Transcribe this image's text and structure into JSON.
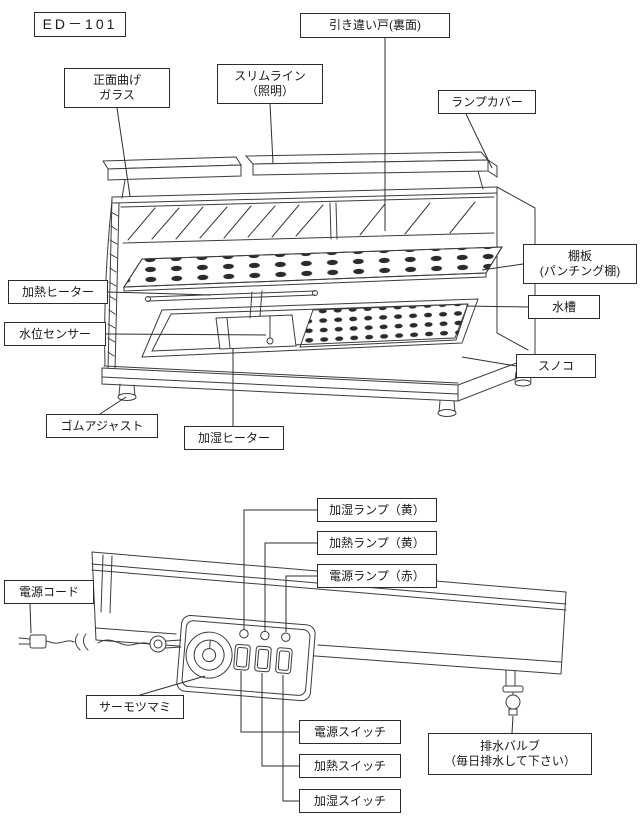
{
  "page": {
    "model": "ED－101",
    "labels": {
      "sliding_door": "引き違い戸(裏面)",
      "front_glass_l1": "正面曲げ",
      "front_glass_l2": "ガラス",
      "slimline_l1": "スリムライン",
      "slimline_l2": "（照明）",
      "lamp_cover": "ランプカバー",
      "shelf_l1": "棚板",
      "shelf_l2": "(パンチング棚)",
      "heat_heater": "加熱ヒーター",
      "water_tank": "水槽",
      "water_sensor": "水位センサー",
      "sunoko": "スノコ",
      "rubber_adjust": "ゴムアジャスト",
      "humid_heater": "加湿ヒーター",
      "humid_lamp": "加湿ランプ（黄）",
      "heat_lamp": "加熱ランプ（黄）",
      "power_lamp": "電源ランプ（赤）",
      "power_cord": "電源コード",
      "thermo_knob": "サーモツマミ",
      "power_switch": "電源スイッチ",
      "heat_switch": "加熱スイッチ",
      "humid_switch": "加湿スイッチ",
      "drain_valve_l1": "排水バルブ",
      "drain_valve_l2": "（毎日排水して下さい）"
    }
  }
}
